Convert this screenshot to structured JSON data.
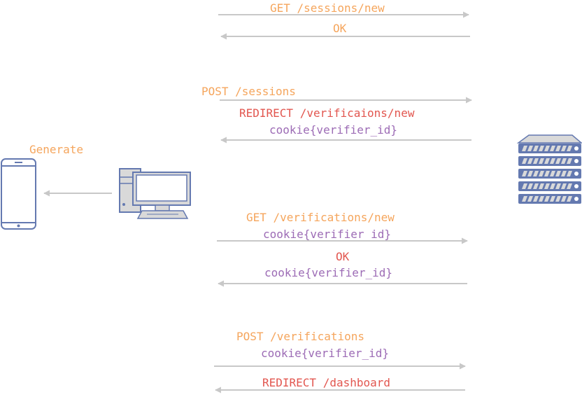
{
  "colors": {
    "request": "#f5a55c",
    "response": "#e2564f",
    "cookie": "#9c6bb5",
    "arrow": "#c8c8c8",
    "device_stroke": "#6479b0",
    "device_fill": "#d9d9d9",
    "screen_fill": "#ffffff"
  },
  "icons": {
    "phone": "mobile-phone-icon",
    "computer": "desktop-computer-icon",
    "server": "server-rack-icon"
  },
  "phone_label": "Generate",
  "messages": {
    "m1": {
      "line1": "GET /sessions/new"
    },
    "m2": {
      "line1": "OK"
    },
    "m3": {
      "line1": "POST /sessions"
    },
    "m4": {
      "line1": "REDIRECT /verificaions/new",
      "line2": "cookie{verifier_id}"
    },
    "m5": {
      "line1": "GET /verifications/new",
      "line2": "cookie{verifier_id}"
    },
    "m6": {
      "line1": "OK",
      "line2": "cookie{verifier_id}"
    },
    "m7": {
      "line1": "POST /verifications",
      "line2": "cookie{verifier_id}"
    },
    "m8": {
      "line1": "REDIRECT /dashboard"
    }
  }
}
